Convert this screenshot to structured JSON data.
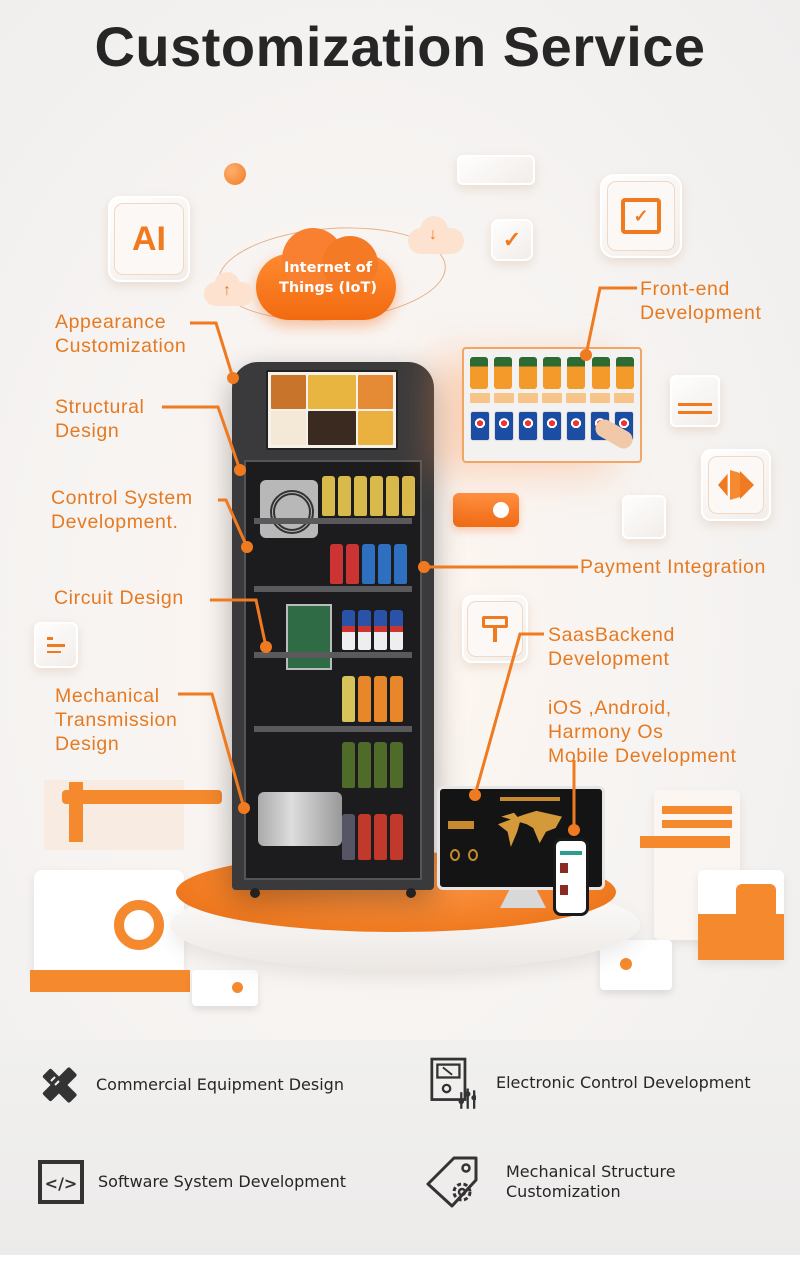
{
  "header": {
    "title": "Customization Service"
  },
  "center": {
    "iot_cloud_label": "Internet of Things (IoT)",
    "ai_badge": "AI"
  },
  "left_labels": [
    {
      "text": "Appearance\nCustomization"
    },
    {
      "text": "Structural\nDesign"
    },
    {
      "text": "Control System\nDevelopment."
    },
    {
      "text": "Circuit Design"
    },
    {
      "text": "Mechanical\nTransmission\nDesign"
    }
  ],
  "right_labels": [
    {
      "text": "Front-end\nDevelopment"
    },
    {
      "text": "Payment Integration"
    },
    {
      "text": "SaasBackend\nDevelopment"
    },
    {
      "text": "iOS ,Android,\nHarmony Os\nMobile Development"
    }
  ],
  "decor_icons": [
    "ai-icon",
    "cloud-upload-icon",
    "cloud-download-icon",
    "checkbox-icon",
    "checklist-folder-icon",
    "menu-lines-icon",
    "toggle-switch-icon",
    "sound-wave-icon",
    "paint-roller-icon",
    "text-lines-icon"
  ],
  "features": [
    {
      "icon": "ruler-pencil-icon",
      "label": "Commercial Equipment Design"
    },
    {
      "icon": "control-panel-icon",
      "label": "Electronic Control Development"
    },
    {
      "icon": "code-icon",
      "label": "Software System Development"
    },
    {
      "icon": "gear-tag-icon",
      "label": "Mechanical Structure\nCustomization"
    }
  ],
  "colors": {
    "accent": "#f07a20",
    "label_orange": "#e57a22",
    "title": "#262626",
    "machine_body": "#3a3a3c"
  }
}
